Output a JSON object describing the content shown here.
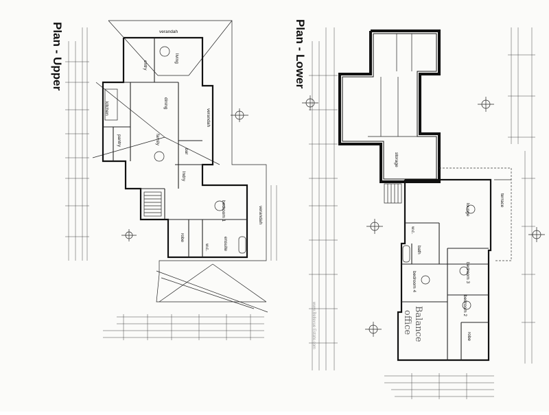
{
  "titles": {
    "upper": "Plan - Upper",
    "lower": "Plan - Lower"
  },
  "upper_rooms": {
    "verandah_top": "verandah",
    "entry": "entry",
    "living": "living",
    "kitchen": "kitchen",
    "dining": "dining",
    "family": "family",
    "pantry": "pantry",
    "bar": "bar",
    "verandah_side": "verandah",
    "bedroom1": "bedroom 1",
    "robe": "robe",
    "ensuite": "ensuite",
    "verandah_right": "verandah",
    "wc": "w.c.",
    "lndry": "lndry"
  },
  "lower_rooms": {
    "storage": "storage",
    "lounge": "lounge",
    "terrace": "terrace",
    "bath": "bath",
    "bedroom3": "bedroom 3",
    "bedroom4": "bedroom 4",
    "bedroom2": "bedroom 2",
    "robe": "robe",
    "wc": "w.c."
  },
  "handwritten": {
    "line1": "Balance",
    "line2": "office"
  },
  "watermark": "www.Bellevue Estate.com"
}
